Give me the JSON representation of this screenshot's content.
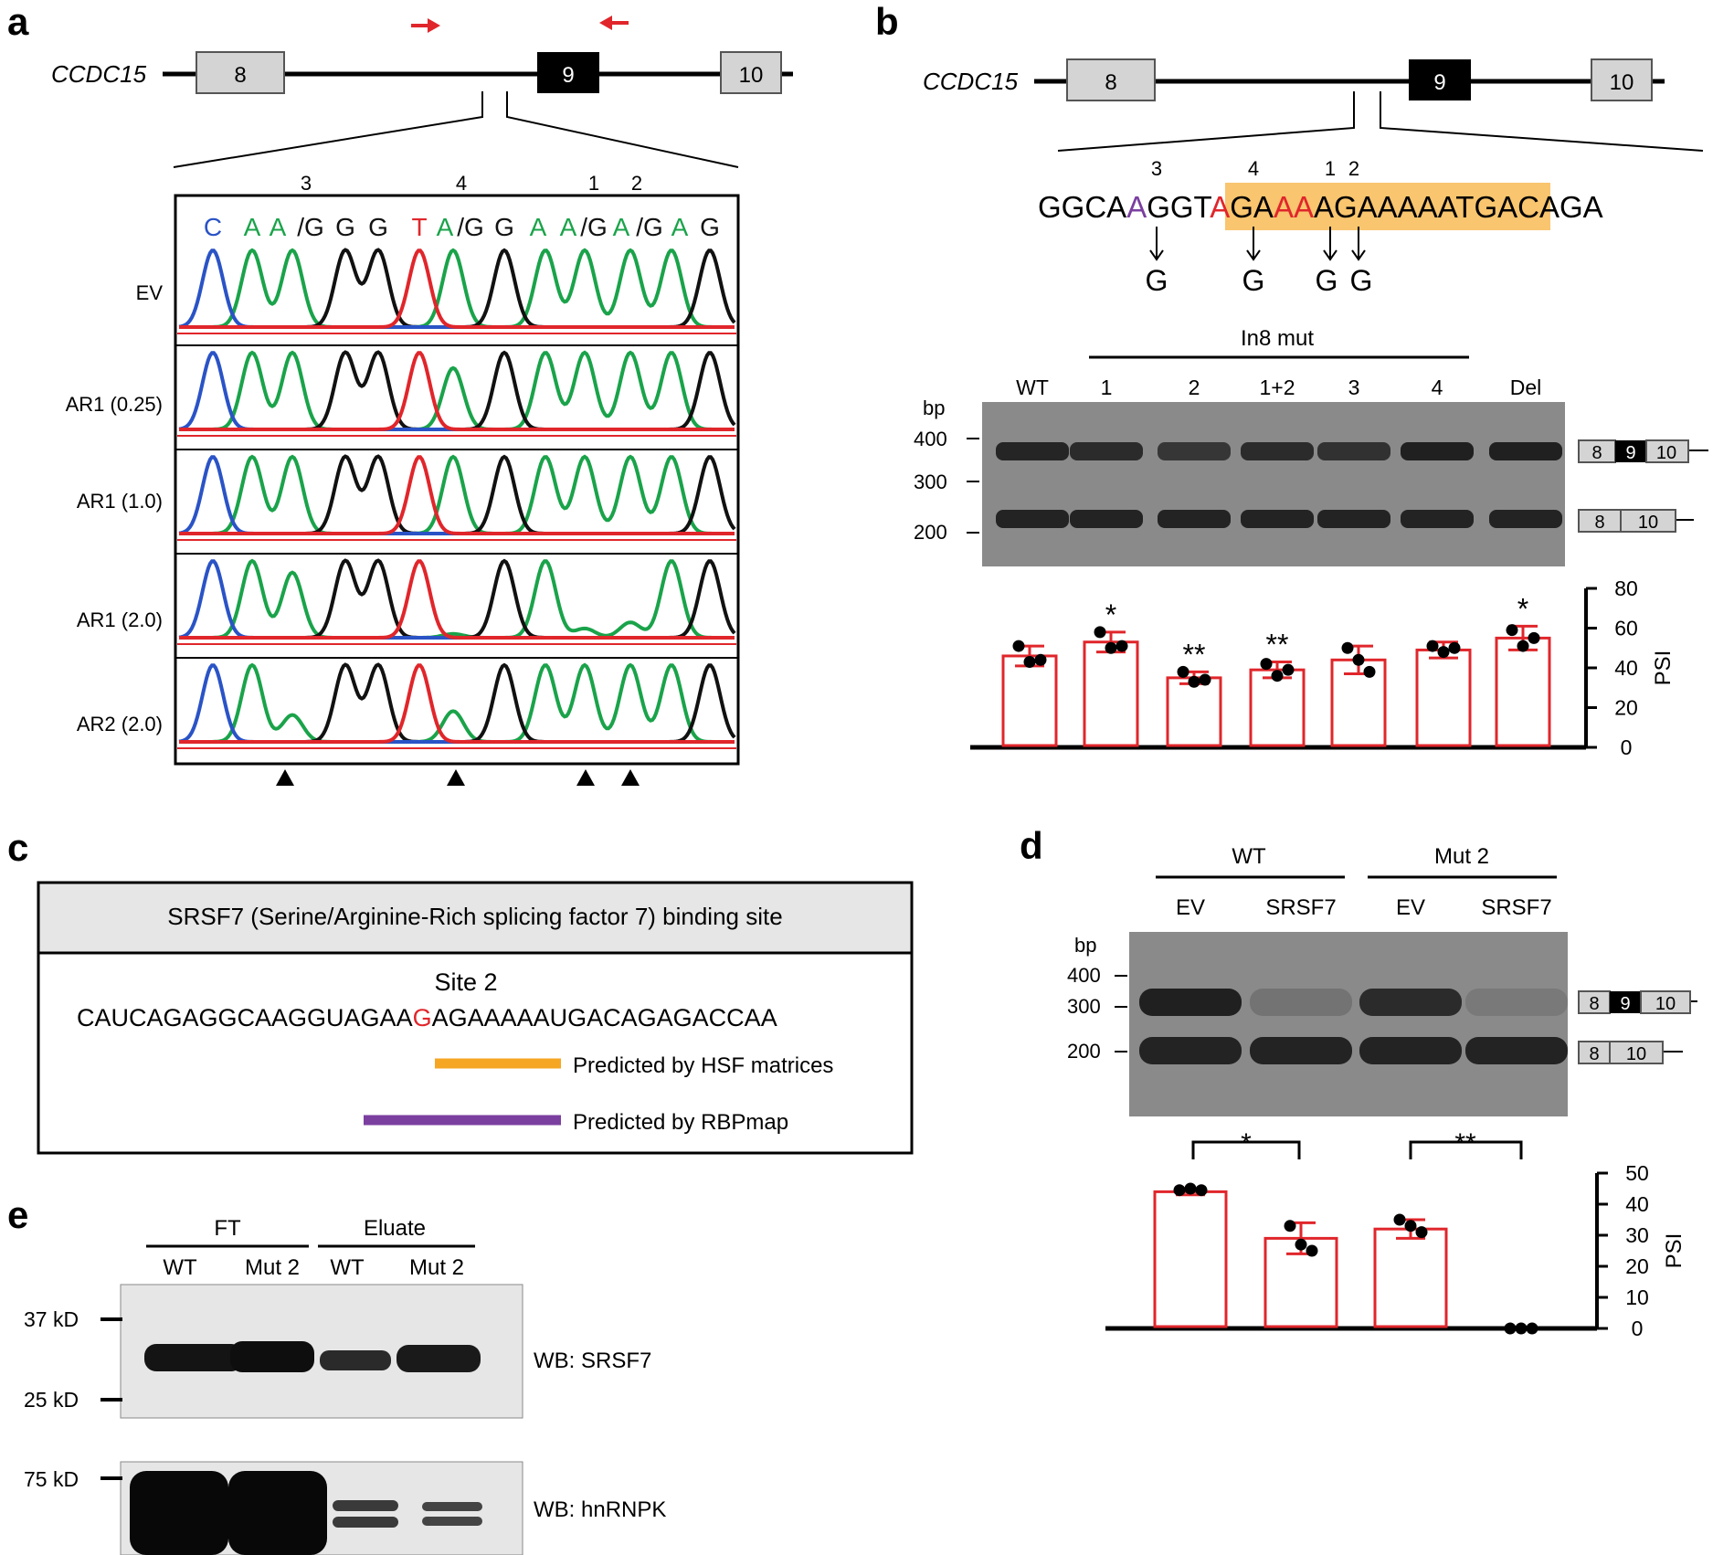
{
  "colors": {
    "A": "#1aa34a",
    "G": "#111111",
    "C": "#2a53c6",
    "T": "#e0262b",
    "mut_red": "#e0262b",
    "mut_purple": "#7b3fa0",
    "hsf_orange": "#f5a623",
    "rbpmap_purple": "#7b3fa0",
    "bar_red": "#e0262b",
    "highlight": "#f9c56e"
  },
  "panel_a": {
    "label": "a",
    "gene": "CCDC15",
    "exons": [
      "8",
      "9",
      "10"
    ],
    "site_numbers": [
      "3",
      "4",
      "1",
      "2"
    ],
    "bases": [
      {
        "t": "C",
        "c": "C"
      },
      {
        "t": "A",
        "c": "A"
      },
      {
        "t": "A",
        "c": "A"
      },
      {
        "t": "/G",
        "c": "G"
      },
      {
        "t": "G",
        "c": "G"
      },
      {
        "t": "G",
        "c": "G"
      },
      {
        "t": "T",
        "c": "T"
      },
      {
        "t": "A",
        "c": "A"
      },
      {
        "t": "/G",
        "c": "G"
      },
      {
        "t": "G",
        "c": "G"
      },
      {
        "t": "A",
        "c": "A"
      },
      {
        "t": "A",
        "c": "A"
      },
      {
        "t": "/G",
        "c": "G"
      },
      {
        "t": "A",
        "c": "A"
      },
      {
        "t": "/G",
        "c": "G"
      },
      {
        "t": "A",
        "c": "A"
      },
      {
        "t": "G",
        "c": "G"
      }
    ],
    "rows": [
      "EV",
      "AR1 (0.25)",
      "AR1 (1.0)",
      "AR1 (2.0)",
      "AR2 (2.0)"
    ]
  },
  "panel_b": {
    "label": "b",
    "gene": "CCDC15",
    "exons": [
      "8",
      "9",
      "10"
    ],
    "site_numbers": [
      "3",
      "4",
      "1",
      "2"
    ],
    "sequence": [
      {
        "t": "GGCA",
        "c": "#000000"
      },
      {
        "t": "A",
        "c": "#7b3fa0"
      },
      {
        "t": "GGT",
        "c": "#000000"
      },
      {
        "t": "A",
        "c": "#e0262b"
      },
      {
        "t": "GA",
        "c": "#000000"
      },
      {
        "t": "AA",
        "c": "#e0262b"
      },
      {
        "t": "AGAAAAAT",
        "c": "#000000"
      },
      {
        "t": "GACAGA",
        "c": "#000000"
      }
    ],
    "mutant_bases": [
      "G",
      "G",
      "G",
      "G"
    ],
    "gel_group": "In8 mut",
    "lanes": [
      "WT",
      "1",
      "2",
      "1+2",
      "3",
      "4",
      "Del"
    ],
    "bp_unit": "bp",
    "bp_markers": [
      "400",
      "300",
      "200"
    ],
    "product_long": [
      "8",
      "9",
      "10"
    ],
    "product_short": [
      "8",
      "10"
    ],
    "significance": [
      "",
      "*",
      "**",
      "**",
      "",
      "",
      "*"
    ]
  },
  "panel_c": {
    "label": "c",
    "title": "SRSF7 (Serine/Arginine-Rich splicing factor 7) binding site",
    "site": "Site 2",
    "seq_before": "CAUCAGAGGCAAGGUAGAA",
    "seq_mut": "G",
    "seq_after": "AGAAAAAUGACAGAGACCAA",
    "legend": [
      "Predicted by HSF matrices",
      "Predicted by RBPmap"
    ]
  },
  "panel_d": {
    "label": "d",
    "groups": [
      "WT",
      "Mut 2"
    ],
    "lanes": [
      "EV",
      "SRSF7",
      "EV",
      "SRSF7"
    ],
    "bp_unit": "bp",
    "bp_markers": [
      "400",
      "300",
      "200"
    ],
    "product_long": [
      "8",
      "9",
      "10"
    ],
    "product_short": [
      "8",
      "10"
    ],
    "sig": [
      "*",
      "**"
    ]
  },
  "panel_e": {
    "label": "e",
    "groups": [
      "FT",
      "Eluate"
    ],
    "lanes": [
      "WT",
      "Mut 2",
      "WT",
      "Mut 2"
    ],
    "blot1": {
      "markers": [
        "37 kD",
        "25 kD"
      ],
      "label": "WB: SRSF7"
    },
    "blot2": {
      "markers": [
        "75 kD"
      ],
      "label": "WB: hnRNPK"
    }
  },
  "chart_data": [
    {
      "type": "bar",
      "panel": "b",
      "categories": [
        "WT",
        "1",
        "2",
        "1+2",
        "3",
        "4",
        "Del"
      ],
      "values": [
        46,
        53,
        35,
        39,
        44,
        49,
        55
      ],
      "errors": [
        5,
        5,
        3,
        4,
        7,
        4,
        6
      ],
      "points": [
        [
          51,
          43,
          44
        ],
        [
          58,
          50,
          51
        ],
        [
          38,
          33,
          34
        ],
        [
          42,
          36,
          39
        ],
        [
          50,
          44,
          38
        ],
        [
          51,
          48,
          50
        ],
        [
          59,
          51,
          55
        ]
      ],
      "ylabel": "PSI",
      "ylim": [
        0,
        80
      ],
      "yticks": [
        "0",
        "20",
        "40",
        "60",
        "80"
      ],
      "annotations": [
        "",
        "*",
        "**",
        "**",
        "",
        "",
        "*"
      ]
    },
    {
      "type": "bar",
      "panel": "d",
      "categories": [
        "EV",
        "SRSF7",
        "EV",
        "SRSF7"
      ],
      "values": [
        44,
        29,
        32,
        0
      ],
      "errors": [
        1,
        5,
        3,
        0
      ],
      "points": [
        [
          44.5,
          45,
          44.5
        ],
        [
          33,
          27,
          25
        ],
        [
          35,
          33,
          31
        ],
        [
          0,
          0,
          0
        ]
      ],
      "ylabel": "PSI",
      "ylim": [
        0,
        50
      ],
      "yticks": [
        "0",
        "10",
        "20",
        "30",
        "40",
        "50"
      ],
      "annotations": [
        "*",
        "**"
      ]
    }
  ]
}
